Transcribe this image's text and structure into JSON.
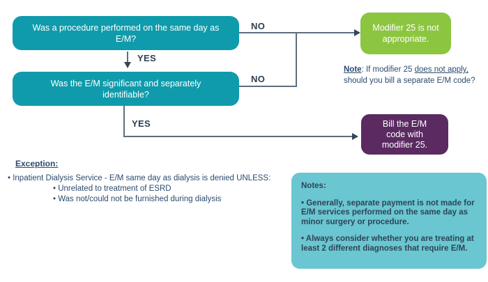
{
  "flowchart": {
    "question1": "Was a procedure performed on the same day as E/M?",
    "question2": "Was the E/M significant and separately identifiable?",
    "branch_no_1": "NO",
    "branch_no_2": "NO",
    "branch_yes_1": "YES",
    "branch_yes_2": "YES",
    "outcome_no": "Modifier 25 is not appropriate.",
    "outcome_yes_line1": "Bill the E/M",
    "outcome_yes_line2": "code with",
    "outcome_yes_line3": "modifier 25."
  },
  "note": {
    "label": "Note",
    "after_label": ": If modifier 25 ",
    "underlined": "does not apply,",
    "line2": "should you bill a separate E/M code?"
  },
  "exception": {
    "heading": "Exception:",
    "items": [
      "• Inpatient Dialysis Service - E/M same day as dialysis is denied UNLESS:",
      "• Unrelated to treatment of ESRD",
      "• Was not/could not be furnished during dialysis"
    ]
  },
  "notes_box": {
    "heading": "Notes:",
    "items": [
      "• Generally, separate payment is not made for E/M services performed on the same day as minor surgery or procedure.",
      "• Always consider whether you are treating at least 2 different diagnoses that require E/M."
    ]
  },
  "colors": {
    "question_box": "#0f9bab",
    "outcome_no_box": "#8cc540",
    "outcome_yes_box": "#5b2a61",
    "notes_box_bg": "#6ac6d0",
    "connector_line": "#5c6e7e",
    "label_text": "#2e3f50",
    "note_text": "#2c4a6e",
    "box_text": "#ffffff"
  }
}
